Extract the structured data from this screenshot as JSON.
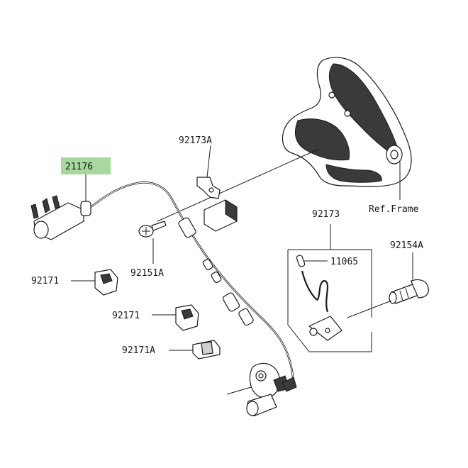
{
  "highlight_color": "#a8d8a0",
  "parts": [
    {
      "id": "p21176",
      "label": "21176",
      "highlighted": true
    },
    {
      "id": "p92173A",
      "label": "92173A",
      "highlighted": false
    },
    {
      "id": "p92173",
      "label": "92173",
      "highlighted": false
    },
    {
      "id": "p11065",
      "label": "11065",
      "highlighted": false
    },
    {
      "id": "p92154A",
      "label": "92154A",
      "highlighted": false
    },
    {
      "id": "p92171a",
      "label": "92171",
      "highlighted": false
    },
    {
      "id": "p92151A",
      "label": "92151A",
      "highlighted": false
    },
    {
      "id": "p92171b",
      "label": "92171",
      "highlighted": false
    },
    {
      "id": "p92171A",
      "label": "92171A",
      "highlighted": false
    }
  ],
  "reference": {
    "label": "Ref.Frame"
  }
}
